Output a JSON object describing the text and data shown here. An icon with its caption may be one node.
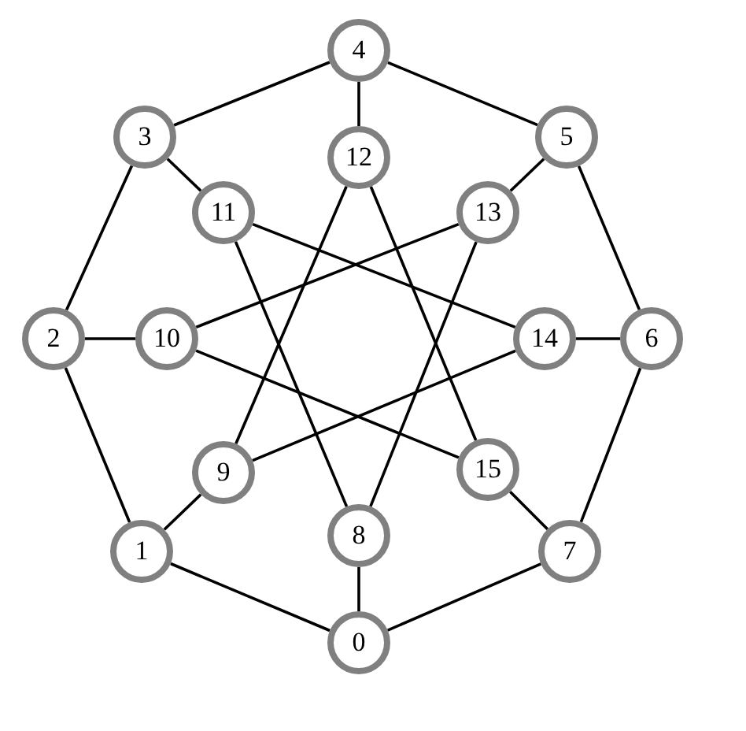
{
  "diagram": {
    "nodes": [
      {
        "text": [
          "0"
        ]
      },
      {
        "text": [
          "1"
        ]
      },
      {
        "text": [
          "2"
        ]
      },
      {
        "text": [
          "3"
        ]
      },
      {
        "text": [
          "4"
        ]
      },
      {
        "text": [
          "5"
        ]
      },
      {
        "text": [
          "6"
        ]
      },
      {
        "text": [
          "7"
        ]
      },
      {
        "text": [
          "8"
        ]
      },
      {
        "text": [
          "9"
        ]
      },
      {
        "text": [
          "10"
        ]
      },
      {
        "text": [
          "11"
        ]
      },
      {
        "text": [
          "12"
        ]
      },
      {
        "text": [
          "13"
        ]
      },
      {
        "text": [
          "14"
        ]
      },
      {
        "text": [
          "15"
        ]
      }
    ],
    "edges": [
      {
        "from": 0,
        "to": 1,
        "arrow": "none"
      },
      {
        "from": 1,
        "to": 2,
        "arrow": "none"
      },
      {
        "from": 2,
        "to": 3,
        "arrow": "none"
      },
      {
        "from": 3,
        "to": 4,
        "arrow": "none"
      },
      {
        "from": 4,
        "to": 5,
        "arrow": "none"
      },
      {
        "from": 5,
        "to": 6,
        "arrow": "none"
      },
      {
        "from": 6,
        "to": 7,
        "arrow": "none"
      },
      {
        "from": 7,
        "to": 0,
        "arrow": "none"
      },
      {
        "from": 0,
        "to": 8,
        "arrow": "none"
      },
      {
        "from": 1,
        "to": 9,
        "arrow": "none"
      },
      {
        "from": 2,
        "to": 10,
        "arrow": "none"
      },
      {
        "from": 3,
        "to": 11,
        "arrow": "none"
      },
      {
        "from": 4,
        "to": 12,
        "arrow": "none"
      },
      {
        "from": 5,
        "to": 13,
        "arrow": "none"
      },
      {
        "from": 6,
        "to": 14,
        "arrow": "none"
      },
      {
        "from": 7,
        "to": 15,
        "arrow": "none"
      },
      {
        "from": 8,
        "to": 11,
        "arrow": "none"
      },
      {
        "from": 9,
        "to": 12,
        "arrow": "none"
      },
      {
        "from": 10,
        "to": 13,
        "arrow": "none"
      },
      {
        "from": 11,
        "to": 14,
        "arrow": "none"
      },
      {
        "from": 12,
        "to": 15,
        "arrow": "none"
      },
      {
        "from": 13,
        "to": 8,
        "arrow": "none"
      },
      {
        "from": 14,
        "to": 9,
        "arrow": "none"
      },
      {
        "from": 15,
        "to": 10,
        "arrow": "none"
      }
    ]
  }
}
